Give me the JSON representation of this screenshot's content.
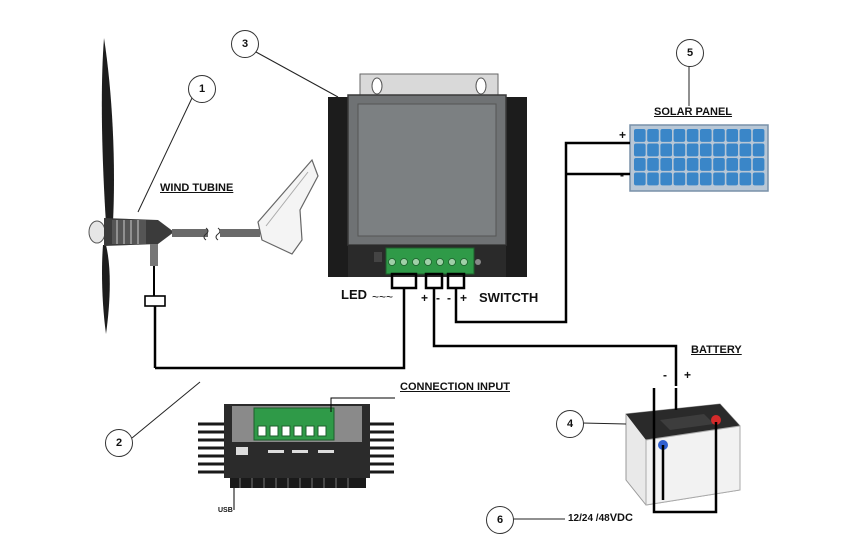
{
  "labels": {
    "wind_turbine": "WIND TUBINE",
    "solar_panel": "SOLAR PANEL",
    "battery": "BATTERY",
    "connection_input": "CONNECTION INPUT",
    "led": "LED",
    "switch": "SWITCTH",
    "usb": "USB",
    "voltage": "12/24 /48",
    "voltage_unit": "VDC",
    "ac_symbol": "~~~"
  },
  "polarity": {
    "plus": "+",
    "minus": "-"
  },
  "callouts": [
    "1",
    "2",
    "3",
    "4",
    "5",
    "6"
  ],
  "colors": {
    "controller_body": "#6f7274",
    "controller_side": "#1c1c1c",
    "terminal_block": "#2f9a48",
    "solar_cell": "#3a86c8",
    "solar_frame": "#b8c7d6",
    "battery_case": "#e9e9e9",
    "battery_lid": "#2a2a2a",
    "positive_terminal": "#d42a2a",
    "negative_terminal": "#2f5fd0",
    "wire": "#000000"
  }
}
